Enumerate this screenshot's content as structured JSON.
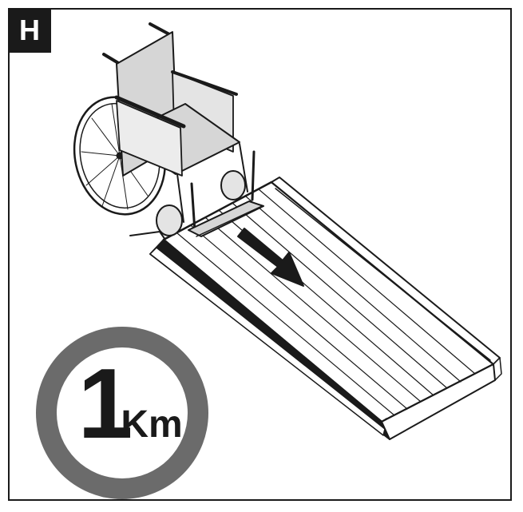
{
  "step": {
    "label": "H"
  },
  "distance": {
    "value": "1",
    "unit": "Km"
  },
  "colors": {
    "ink": "#1a1a1a",
    "badge_ring": "#6b6b6b",
    "chair_panel": "#d6d6d6",
    "ramp_surface": "#ffffff"
  },
  "icons": [
    "wheelchair-icon",
    "ramp-icon",
    "direction-arrow-icon",
    "distance-badge-icon"
  ]
}
